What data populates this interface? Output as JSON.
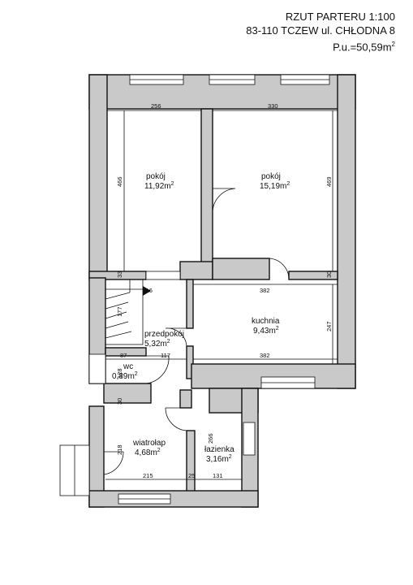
{
  "title": {
    "line1": "RZUT PARTERU 1:100",
    "line2": "83-110 TCZEW ul. CHŁODNA 8",
    "area_prefix": "P.u.=50,59m",
    "area_sup": "2"
  },
  "rooms": {
    "pokoj1": {
      "name": "pokój",
      "area": "11,92m",
      "sup": "2"
    },
    "pokoj2": {
      "name": "pokój",
      "area": "15,19m",
      "sup": "2"
    },
    "kuchnia": {
      "name": "kuchnia",
      "area": "9,43m",
      "sup": "2"
    },
    "przedpokoj": {
      "name": "przedpokój",
      "area": "5,32m",
      "sup": "2"
    },
    "wc": {
      "name": "wc",
      "area": "0,89m",
      "sup": "2"
    },
    "wiatrolap": {
      "name": "wiatrołap",
      "area": "4,68m",
      "sup": "2"
    },
    "lazienka": {
      "name": "łazienka",
      "area": "3,16m",
      "sup": "2"
    }
  },
  "dims": {
    "d256": "256",
    "d330": "330",
    "d466": "466",
    "d469": "469",
    "d33": "33",
    "d30a": "30",
    "d116": "116",
    "d382a": "382",
    "d177": "177",
    "d247": "247",
    "d87": "87",
    "d117": "117",
    "d382b": "382",
    "d128": "128",
    "d30b": "30",
    "d266": "266",
    "d218": "218",
    "d215": "215",
    "d25": "25",
    "d131": "131"
  }
}
